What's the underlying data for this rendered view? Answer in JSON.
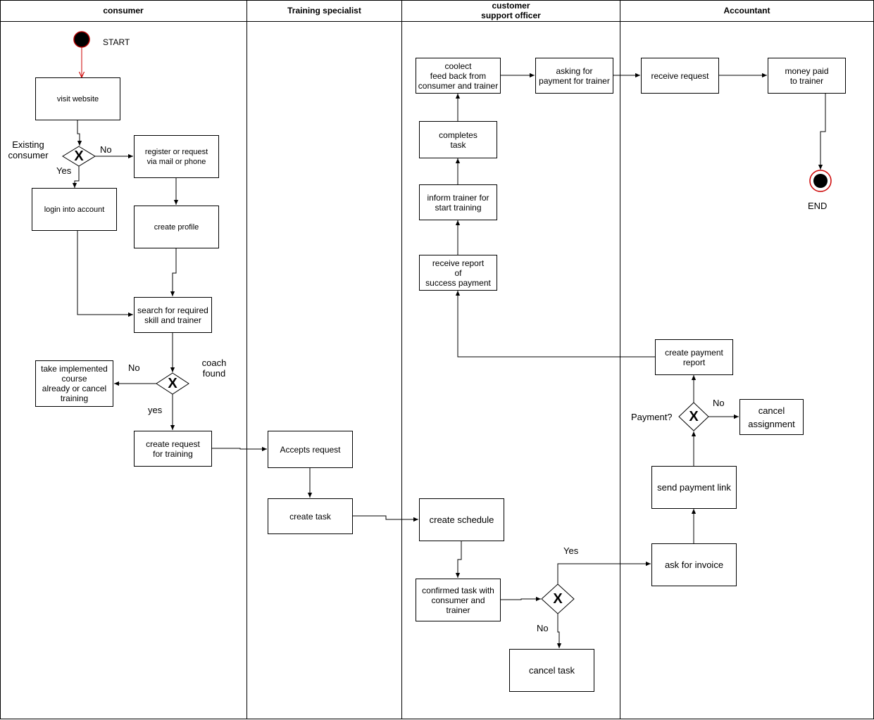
{
  "lanes": {
    "consumer": "consumer",
    "training_specialist": "Training specialist",
    "support_officer": "customer\nsupport officer",
    "accountant": "Accountant"
  },
  "consumer": {
    "start_label": "START",
    "visit_website": "visit website",
    "existing_consumer": "Existing\nconsumer",
    "no_1": "No",
    "yes_1": "Yes",
    "register": "register or request\n via mail or phone",
    "login": "login into account",
    "create_profile": "create profile",
    "search": "search for required\nskill and trainer",
    "coach_found": "coach\nfound",
    "no_2": "No",
    "yes_2": "yes",
    "take_course": "take implemented\ncourse\nalready or cancel\ntraining",
    "create_request": "create request\nfor training"
  },
  "specialist": {
    "accepts_request": "Accepts request",
    "create_task": "create task"
  },
  "support": {
    "collect_feedback": "coolect\nfeed back from\nconsumer and trainer",
    "asking_payment": "asking for\npayment for trainer",
    "completes_task": "completes\ntask",
    "inform_trainer": "inform trainer for\nstart  training",
    "receive_report": "receive report\nof\nsuccess payment",
    "create_schedule": "create schedule",
    "confirmed_task": "confirmed task with\nconsumer and\ntrainer",
    "yes": "Yes",
    "no": "No",
    "cancel_task": "cancel task"
  },
  "accountant": {
    "receive_request": "receive request",
    "money_paid": "money paid\nto trainer",
    "end_label": "END",
    "create_payment_report": "create payment\nreport",
    "payment_question": "Payment?",
    "no": "No",
    "cancel_assignment": "cancel\nassignment",
    "send_payment_link": "send payment link",
    "ask_invoice": "ask for invoice"
  },
  "gateway_mark": "X",
  "colors": {
    "start_border": "#b20000",
    "start_arrow": "#cc0000",
    "line": "#000000"
  }
}
